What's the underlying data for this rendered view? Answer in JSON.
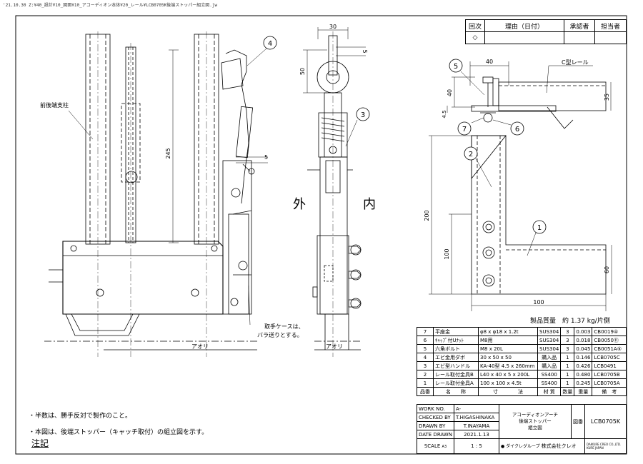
{
  "header_path": "'21.10.30 Z:¥40_設計¥10_図面¥10_アコーディオン本体¥20_レール¥LCB0705K後端ストッパー組立図.jw",
  "revision_table": {
    "headers": [
      "回次",
      "理由（日付）",
      "承認者",
      "担当者"
    ]
  },
  "side_labels": {
    "outside": "外",
    "inside": "内"
  },
  "labels": {
    "front_post": "前後端支柱",
    "c_rail": "C型レール",
    "handle_case_1": "取手ケースは、",
    "handle_case_2": "バラ送りとする。",
    "aori_left": "アオリ",
    "aori_right": "アオリ"
  },
  "dimensions": {
    "d245": "245",
    "d30": "30",
    "d5a": "5",
    "d50": "50",
    "d5b": "5",
    "d40a": "40",
    "d40b": "40",
    "d35": "35",
    "d45": "4.5",
    "d200": "200",
    "d100v": "100",
    "d60": "60",
    "d100h": "100"
  },
  "balloons": [
    "1",
    "2",
    "3",
    "4",
    "5",
    "6",
    "7"
  ],
  "product_mass": "製品質量　約 1.37 kg/片側",
  "parts": [
    {
      "no": "7",
      "name": "平座金",
      "spec": "φ8 x φ18 x 1.2t",
      "mat": "SUS304",
      "qty": "3",
      "wt": "0.003",
      "drw": "CB0019④"
    },
    {
      "no": "6",
      "name": "ｷｬｯﾌﾟ付Uﾅｯﾄ",
      "spec": "M8用",
      "mat": "SUS304",
      "qty": "3",
      "wt": "0.018",
      "drw": "CB0050⑪"
    },
    {
      "no": "5",
      "name": "六角ボルト",
      "spec": "M8 x 20L",
      "mat": "SUS304",
      "qty": "3",
      "wt": "0.045",
      "drw": "CB0051A⑤"
    },
    {
      "no": "4",
      "name": "エビ金用ダボ",
      "spec": "30 x 50 x 50",
      "mat": "購入品",
      "qty": "1",
      "wt": "0.146",
      "drw": "LCB0705C"
    },
    {
      "no": "3",
      "name": "エビ型ハンドル",
      "spec": "KA-40型 4.5 x 260mm",
      "mat": "購入品",
      "qty": "1",
      "wt": "0.426",
      "drw": "LCB0491"
    },
    {
      "no": "2",
      "name": "レール取付金具B",
      "spec": "L40 x 40 x 5 x 200L",
      "mat": "SS400",
      "qty": "1",
      "wt": "0.480",
      "drw": "LCB0705B"
    },
    {
      "no": "1",
      "name": "レール取付金具A",
      "spec": "100 x 100 x 4.5t",
      "mat": "SS400",
      "qty": "1",
      "wt": "0.245",
      "drw": "LCB0705A"
    }
  ],
  "parts_header": {
    "no": "品番",
    "name": "名　　称",
    "spec": "寸　　　　法",
    "mat": "材 質",
    "qty": "数量",
    "wt": "重量",
    "note": "備　考"
  },
  "notes": {
    "n1": "・半数は、勝手反対で製作のこと。",
    "n2": "・本図は、後端ストッパー（キャッチ取付）の組立図を示す。",
    "title": "注記"
  },
  "title_block": {
    "work_no_label": "WORK NO.",
    "work_no": "A-",
    "checked_label": "CHECKED BY",
    "checked": "T.HIGASHINAKA",
    "drawn_label": "DRAWN BY",
    "drawn": "T.INAYAMA",
    "date_label": "DATE DRAWN",
    "date": "2021.1.13",
    "scale_label": "SCALE",
    "scale": "1 : 5",
    "paper": "A3",
    "title1": "アコーディオンアーチ",
    "title2": "後端ストッパー",
    "title3": "組立図",
    "zuban_label": "図番",
    "drawing_no": "LCB0705K",
    "group": "ダイクレグループ",
    "company": "株式会社クレオ",
    "company_en1": "DAIKURE CREO CO.,LTD.",
    "company_en2": "KURE JAPAN"
  }
}
